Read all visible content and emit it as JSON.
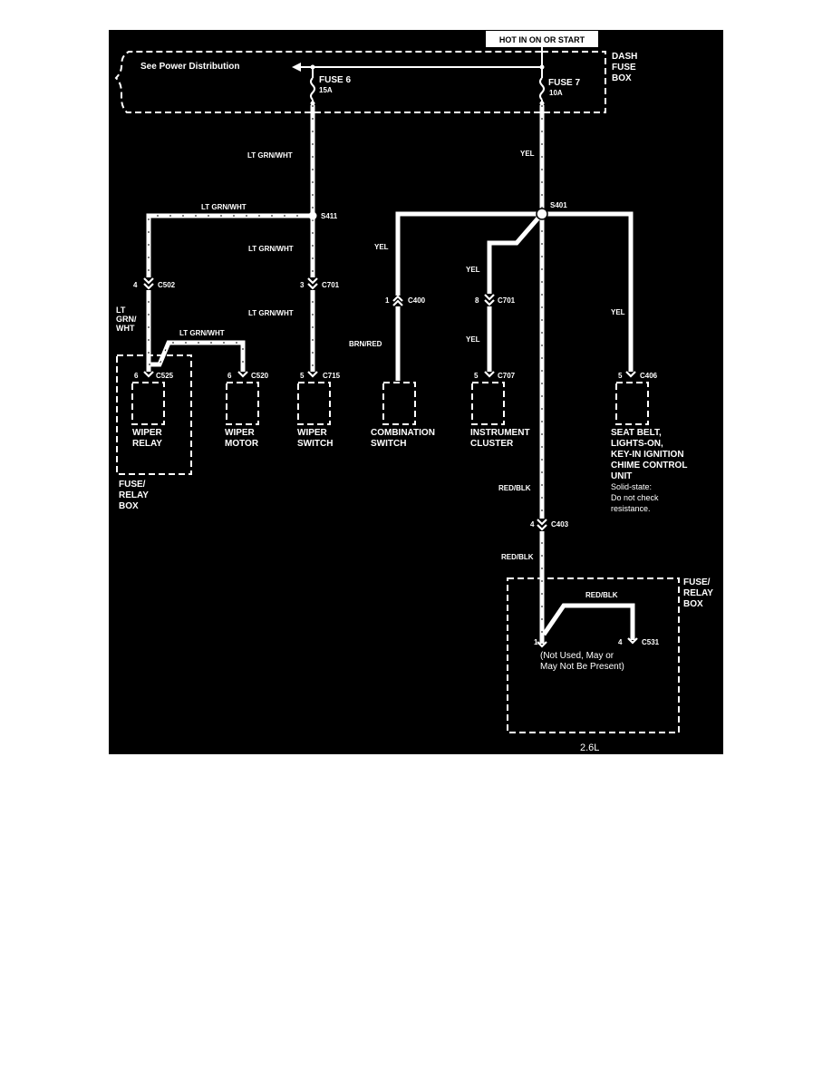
{
  "header": {
    "hot_label": "HOT IN ON OR START"
  },
  "dash_fuse_box": {
    "label_line1": "DASH",
    "label_line2": "FUSE",
    "label_line3": "BOX",
    "power_ref": "See Power Distribution",
    "fuse6": {
      "name": "FUSE 6",
      "rating": "15A"
    },
    "fuse7": {
      "name": "FUSE 7",
      "rating": "10A"
    }
  },
  "splices": {
    "s411": "S411",
    "s401": "S401"
  },
  "wires": {
    "ltgrnwht": "LT GRN/WHT",
    "ltgrnwht_left1": "LT",
    "ltgrnwht_left2": "GRN/",
    "ltgrnwht_left3": "WHT",
    "yel": "YEL",
    "brnred": "BRN/RED",
    "redblk": "RED/BLK"
  },
  "connectors": {
    "c502": {
      "pin": "4",
      "name": "C502"
    },
    "c701a": {
      "pin": "3",
      "name": "C701"
    },
    "c525": {
      "pin": "6",
      "name": "C525"
    },
    "c520": {
      "pin": "6",
      "name": "C520"
    },
    "c715": {
      "pin": "5",
      "name": "C715"
    },
    "c400": {
      "pin": "1",
      "name": "C400"
    },
    "c701b": {
      "pin": "8",
      "name": "C701"
    },
    "c707": {
      "pin": "5",
      "name": "C707"
    },
    "c406": {
      "pin": "5",
      "name": "C406"
    },
    "c403": {
      "pin": "4",
      "name": "C403"
    },
    "c531": {
      "pin1": "1",
      "pin4": "4",
      "name": "C531"
    }
  },
  "components": {
    "wiper_relay": {
      "line1": "WIPER",
      "line2": "RELAY"
    },
    "wiper_motor": {
      "line1": "WIPER",
      "line2": "MOTOR"
    },
    "wiper_switch": {
      "line1": "WIPER",
      "line2": "SWITCH"
    },
    "combination_switch": {
      "line1": "COMBINATION",
      "line2": "SWITCH"
    },
    "instrument_cluster": {
      "line1": "INSTRUMENT",
      "line2": "CLUSTER"
    },
    "chime_unit": {
      "line1": "SEAT BELT,",
      "line2": "LIGHTS-ON,",
      "line3": "KEY-IN IGNITION",
      "line4": "CHIME CONTROL",
      "line5": "UNIT",
      "note1": "Solid-state:",
      "note2": "Do not check",
      "note3": "resistance."
    }
  },
  "fuse_relay_box_left": {
    "line1": "FUSE/",
    "line2": "RELAY",
    "line3": "BOX"
  },
  "fuse_relay_box_right": {
    "line1": "FUSE/",
    "line2": "RELAY",
    "line3": "BOX",
    "note1": "(Not Used, May or",
    "note2": "May Not Be Present)"
  },
  "footer": {
    "engine": "2.6L"
  }
}
